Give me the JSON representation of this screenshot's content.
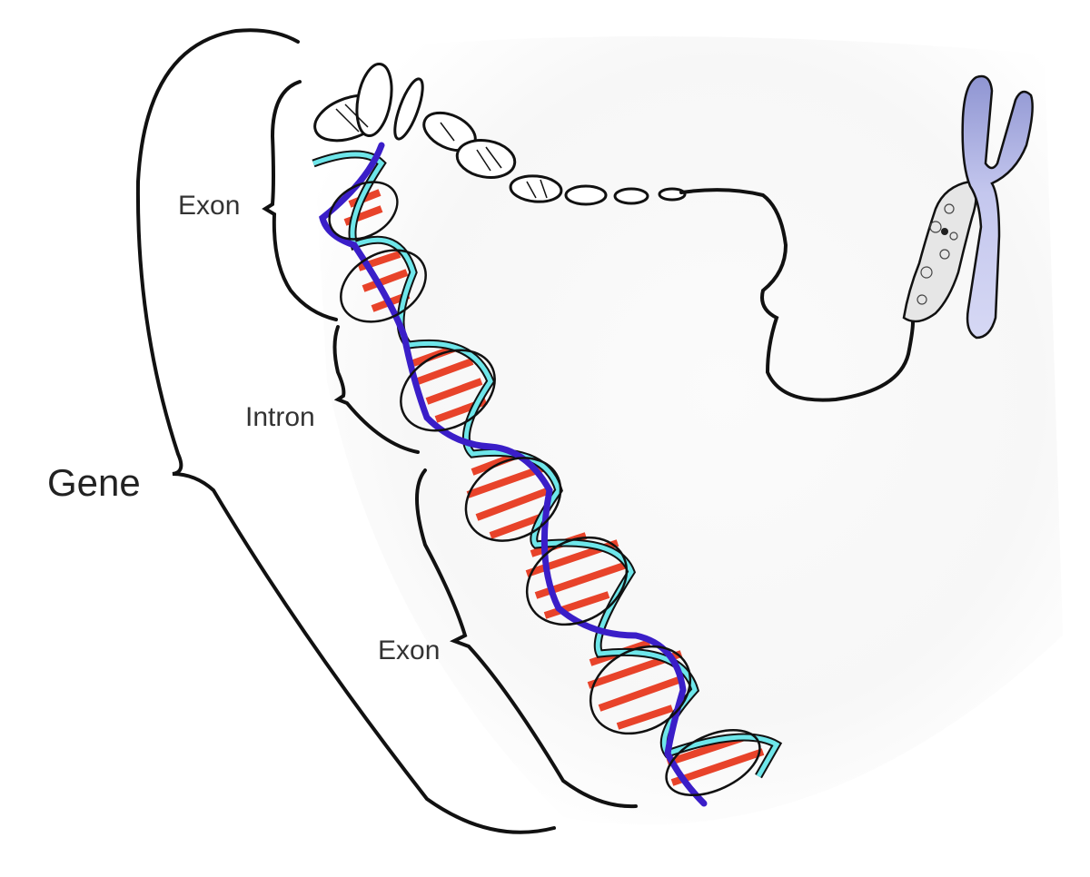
{
  "diagram": {
    "title": "Gene structure: DNA double helix coiling into chromosome",
    "labels": {
      "gene": "Gene",
      "exon_top": "Exon",
      "intron": "Intron",
      "exon_bottom": "Exon"
    },
    "colors": {
      "strand_dark": "#3a1ec8",
      "strand_light": "#6ee6ea",
      "base_pairs": "#e8432a",
      "outline": "#111111",
      "chromosome_fill": "#b9bde8",
      "chromosome_fill_top": "#8f95d2",
      "background_glow": "#f4f4f4"
    },
    "parts": [
      "double-helix",
      "coiled-dna",
      "chromatin",
      "chromosome"
    ]
  }
}
